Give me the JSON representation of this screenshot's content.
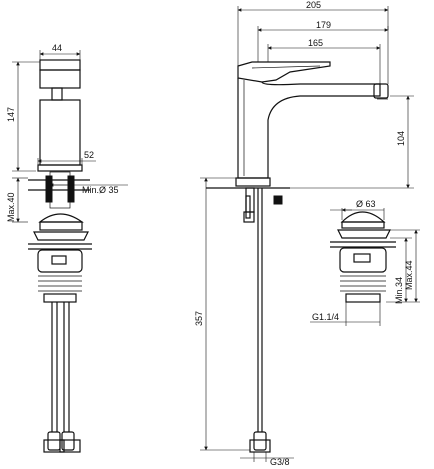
{
  "side_view": {
    "width_top": "44",
    "height_body": "147",
    "base_width": "52",
    "hole_min": "Min.Ø 35",
    "max_thickness": "Max.40"
  },
  "front_view": {
    "overall_length": "205",
    "spout_length": "179",
    "handle_length": "165",
    "spout_height": "104",
    "hose_length": "357",
    "hose_thread": "G3/8"
  },
  "waste_view": {
    "plug_diameter": "Ø 63",
    "min_height": "Min.34",
    "max_height": "Max.44",
    "thread": "G1.1/4"
  }
}
